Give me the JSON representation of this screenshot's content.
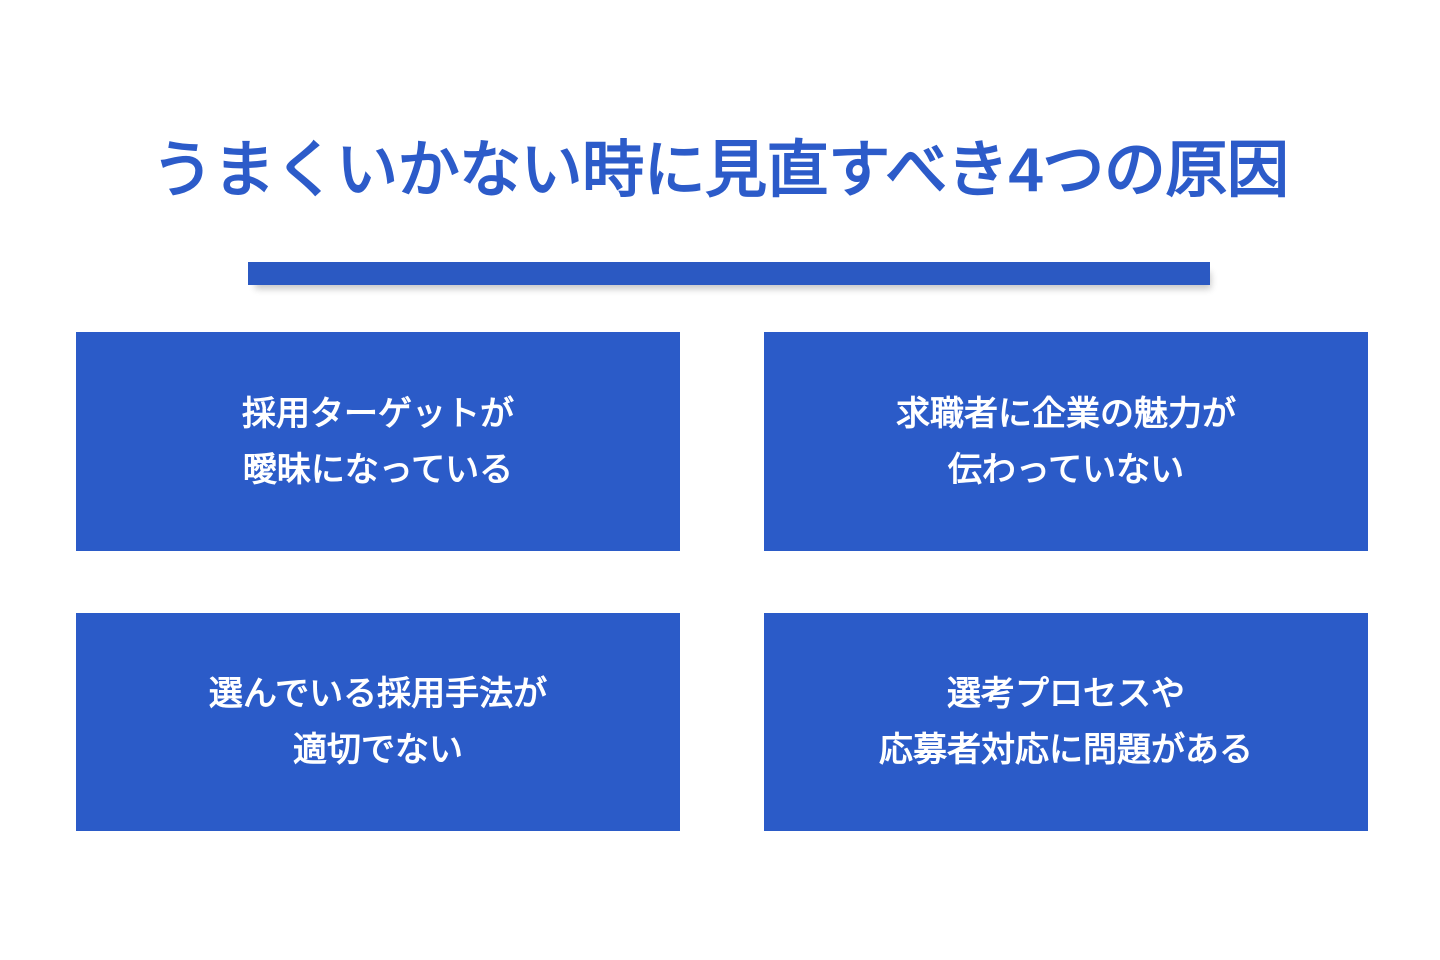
{
  "slide": {
    "background_color": "#FFFFFF",
    "title": "うまくいかない時に見直すべき4つの原因",
    "accent_bar": {
      "color": "#2B59C2",
      "label": "title-underline-bar"
    },
    "cards": [
      {
        "id": "card-recruiting-target",
        "text": "採用ターゲットが\n曖昧になっている",
        "color": "#2B5BC8",
        "text_color": "#FFFFFF"
      },
      {
        "id": "card-company-appeal",
        "text": "求職者に企業の魅力が\n伝わっていない",
        "color": "#2B5BC8",
        "text_color": "#FFFFFF"
      },
      {
        "id": "card-recruiting-method",
        "text": "選んでいる採用手法が\n適切でない",
        "color": "#2B5BC8",
        "text_color": "#FFFFFF"
      },
      {
        "id": "card-selection-process",
        "text": "選考プロセスや\n応募者対応に問題がある",
        "color": "#2B5BC8",
        "text_color": "#FFFFFF"
      }
    ],
    "colors": {
      "brand_blue": "#2B5BC8",
      "title_blue": "#2C5BC9",
      "bar_blue": "#2B59C2",
      "card_text": "#FFFFFF",
      "background": "#FFFFFF"
    },
    "counts": {
      "cards": 4
    }
  }
}
